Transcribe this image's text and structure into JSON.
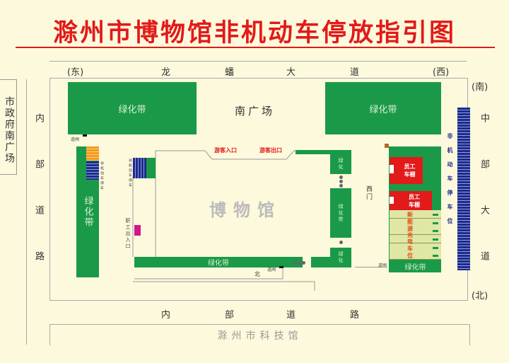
{
  "title": "滁州市博物馆非机动车停放指引图",
  "roads": {
    "top_east": "(东)",
    "top_name": [
      "龙",
      "蟠",
      "大",
      "道"
    ],
    "top_west": "(西)",
    "left_name": "内部道路",
    "right_south": "(南)",
    "right_name": "中部大道",
    "right_north": "(北)",
    "bottom_name": [
      "内",
      "部",
      "道",
      "路"
    ]
  },
  "left_area": "市政府南广场",
  "bottom_building": "滁州市科技馆",
  "south_square": "南广场",
  "green_belt": "绿化带",
  "green_belt_short": "绿化",
  "museum": "博物馆",
  "visitor_entrance": "游客入口",
  "visitor_exit": "游客出口",
  "staff_entrance": "职工出入口",
  "west_gate": "西门",
  "north": "北",
  "barrier": "道闸",
  "bike_parking": "非机动车停车",
  "bike_parking_right": "非机动车停车位",
  "staff_shed": "员工车棚",
  "ev_charging": [
    "新",
    "能",
    "源",
    "充",
    "电",
    "车",
    "位"
  ],
  "colors": {
    "title": "#e21a1a",
    "green": "#1a9a48",
    "blue": "#1e2a8a",
    "staff_shed": "#e21a1a",
    "ev": "#dfe6a6",
    "staff_entry": "#d0188a",
    "orange": "#f39a1e"
  }
}
